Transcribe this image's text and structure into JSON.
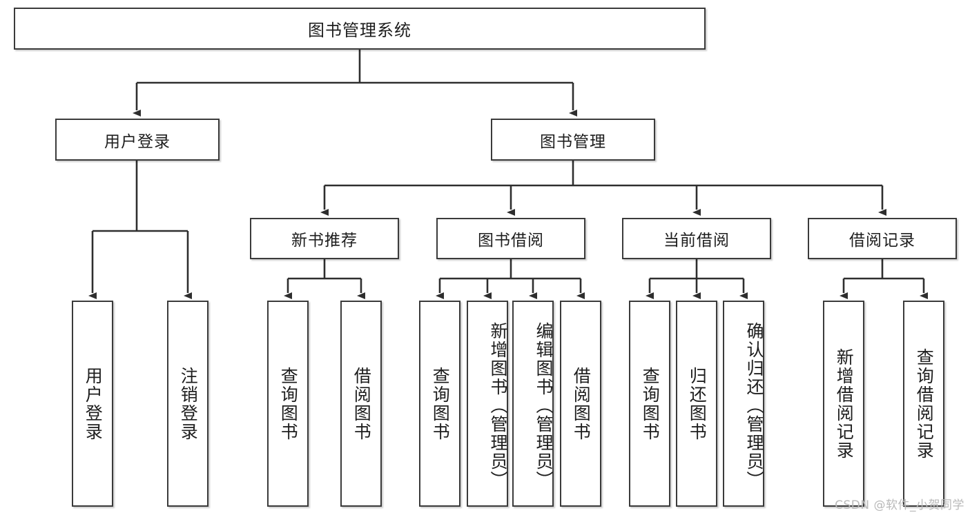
{
  "diagram": {
    "title": "图书管理系统",
    "watermark": "CSDN @软件_小贺同学",
    "root": {
      "label": "图书管理系统"
    },
    "level2": [
      {
        "label": "用户登录"
      },
      {
        "label": "图书管理"
      }
    ],
    "level3": [
      {
        "label": "新书推荐"
      },
      {
        "label": "图书借阅"
      },
      {
        "label": "当前借阅"
      },
      {
        "label": "借阅记录"
      }
    ],
    "leaves": {
      "user_login": [
        {
          "label": "用户登录"
        },
        {
          "label": "注销登录"
        }
      ],
      "new_book": [
        {
          "label": "查询图书"
        },
        {
          "label": "借阅图书"
        }
      ],
      "borrow_book": [
        {
          "label": "查询图书"
        },
        {
          "label": "新增图书（管理员）"
        },
        {
          "label": "编辑图书（管理员）"
        },
        {
          "label": "借阅图书"
        }
      ],
      "current_borrow": [
        {
          "label": "查询图书"
        },
        {
          "label": "归还图书"
        },
        {
          "label": "确认归还（管理员）"
        }
      ],
      "borrow_record": [
        {
          "label": "新增借阅记录"
        },
        {
          "label": "查询借阅记录"
        }
      ]
    },
    "colors": {
      "stroke": "#3a3a3a",
      "text": "#1d1d1d",
      "background": "#ffffff",
      "watermark": "#b9b9b9"
    }
  }
}
